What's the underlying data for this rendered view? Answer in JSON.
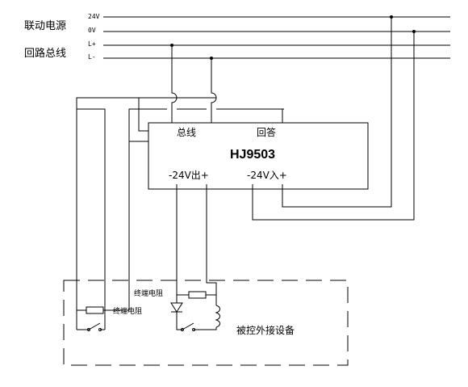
{
  "power_group_label": "联动电源",
  "loop_bus_label": "回路总线",
  "lines": {
    "v24": "24V",
    "v0": "0V",
    "lplus": "L+",
    "lminus": "L-"
  },
  "module": {
    "name": "HJ9503",
    "bus_label": "总线",
    "answer_label": "回答",
    "out_label": "-24V出+",
    "in_label": "-24V入+"
  },
  "resistor_label_1": "终端电阻",
  "resistor_label_2": "终端电阻",
  "device_label": "被控外接设备"
}
